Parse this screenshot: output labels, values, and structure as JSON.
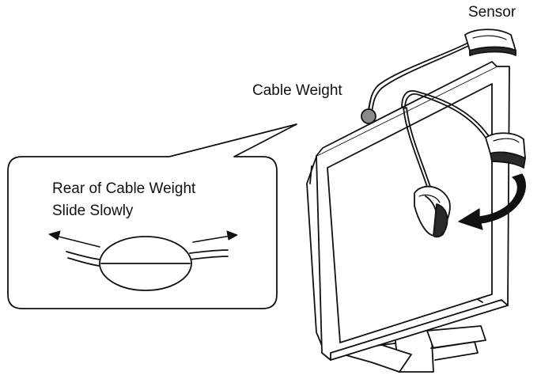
{
  "labels": {
    "sensor": "Sensor",
    "cable_weight": "Cable Weight"
  },
  "callout": {
    "line1": "Rear of Cable Weight",
    "line2": "Slide Slowly"
  },
  "colors": {
    "stroke": "#111111",
    "background": "#ffffff",
    "weight_fill": "#8a8a8a",
    "sensor_shadow": "#2a2a2a"
  },
  "icons": {
    "sensor": "sensor-icon",
    "cable_weight": "cable-weight-icon",
    "rotate_arrow": "curved-arrow-icon",
    "slide_arrows": "double-arrow-icon"
  }
}
